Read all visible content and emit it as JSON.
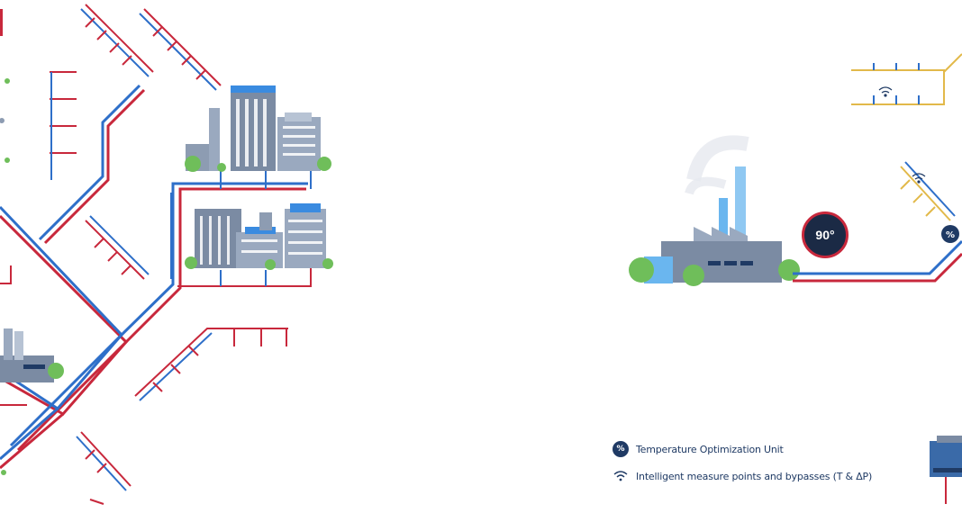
{
  "gauge": {
    "temperature": "90°"
  },
  "node_badge": "%",
  "legend": {
    "items": [
      {
        "icon": "tou-icon",
        "badge": "%",
        "label": "Temperature Optimization Unit"
      },
      {
        "icon": "wifi-icon",
        "label": "Intelligent measure points and bypasses (T & ΔP)"
      }
    ]
  },
  "colors": {
    "supply": "#2e6fc9",
    "return": "#c8283c",
    "secondary": "#e2b94a",
    "navy": "#1f3a64",
    "building": "#7b8ba3",
    "tree": "#6fbe5a"
  }
}
